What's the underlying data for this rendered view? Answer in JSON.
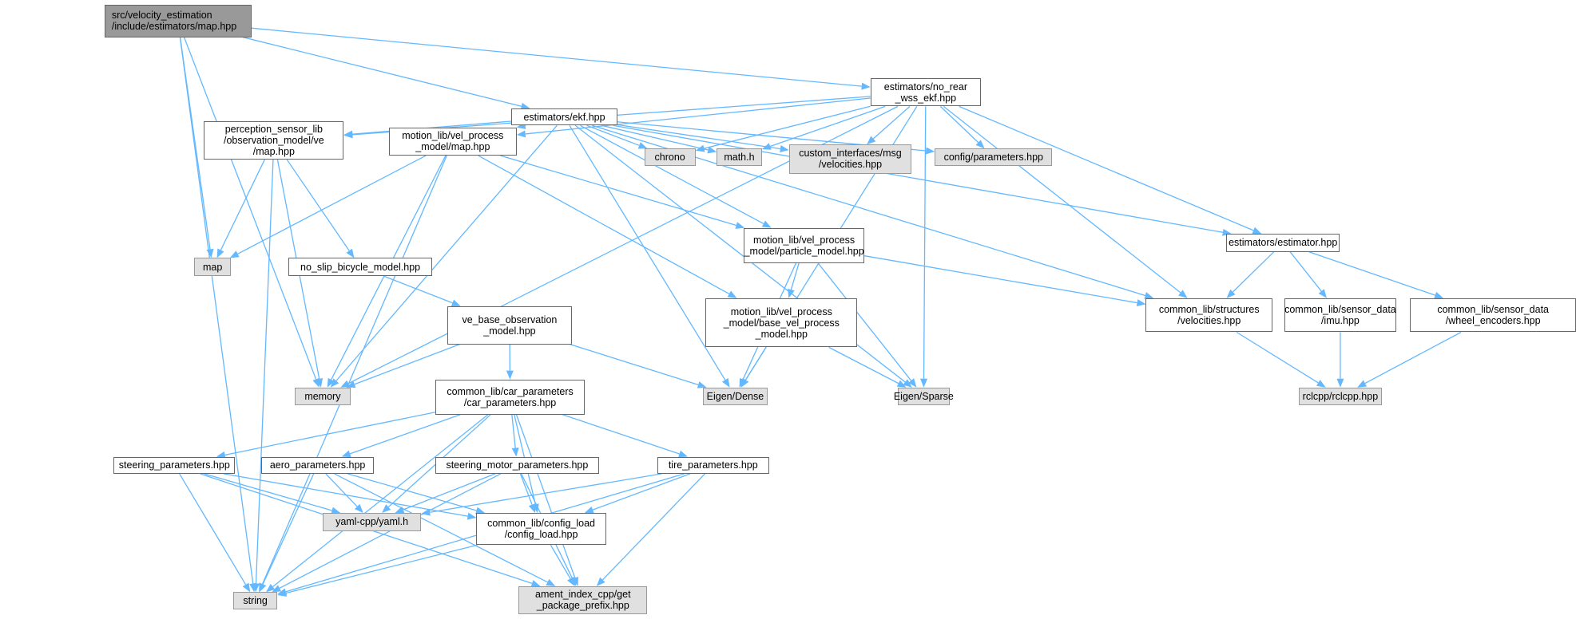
{
  "colors": {
    "edge": "#63b8ff",
    "root_fill": "#999999",
    "external_fill": "#e0e0e0",
    "node_fill": "#ffffff"
  },
  "nodes": [
    {
      "id": "main",
      "lines": [
        "src/velocity_estimation",
        "/include/estimators/map.hpp"
      ],
      "kind": "root"
    },
    {
      "id": "ekf",
      "lines": [
        "estimators/ekf.hpp"
      ],
      "kind": "file"
    },
    {
      "id": "norear",
      "lines": [
        "estimators/no_rear",
        "_wss_ekf.hpp"
      ],
      "kind": "file"
    },
    {
      "id": "perception",
      "lines": [
        "perception_sensor_lib",
        "/observation_model/ve",
        "/map.hpp"
      ],
      "kind": "file"
    },
    {
      "id": "motionmap",
      "lines": [
        "motion_lib/vel_process",
        "_model/map.hpp"
      ],
      "kind": "file"
    },
    {
      "id": "chrono",
      "lines": [
        "chrono"
      ],
      "kind": "ext"
    },
    {
      "id": "math",
      "lines": [
        "math.h"
      ],
      "kind": "ext"
    },
    {
      "id": "custom",
      "lines": [
        "custom_interfaces/msg",
        "/velocities.hpp"
      ],
      "kind": "ext"
    },
    {
      "id": "config",
      "lines": [
        "config/parameters.hpp"
      ],
      "kind": "ext"
    },
    {
      "id": "map",
      "lines": [
        "map"
      ],
      "kind": "ext"
    },
    {
      "id": "noslip",
      "lines": [
        "no_slip_bicycle_model.hpp"
      ],
      "kind": "file"
    },
    {
      "id": "particle",
      "lines": [
        "motion_lib/vel_process",
        "_model/particle_model.hpp"
      ],
      "kind": "file"
    },
    {
      "id": "estimator",
      "lines": [
        "estimators/estimator.hpp"
      ],
      "kind": "file"
    },
    {
      "id": "basevel",
      "lines": [
        "motion_lib/vel_process",
        "_model/base_vel_process",
        "_model.hpp"
      ],
      "kind": "file"
    },
    {
      "id": "vebase",
      "lines": [
        "ve_base_observation",
        "_model.hpp"
      ],
      "kind": "file"
    },
    {
      "id": "structures",
      "lines": [
        "common_lib/structures",
        "/velocities.hpp"
      ],
      "kind": "file"
    },
    {
      "id": "imu",
      "lines": [
        "common_lib/sensor_data",
        "/imu.hpp"
      ],
      "kind": "file"
    },
    {
      "id": "wheel",
      "lines": [
        "common_lib/sensor_data",
        "/wheel_encoders.hpp"
      ],
      "kind": "file"
    },
    {
      "id": "memory",
      "lines": [
        "memory"
      ],
      "kind": "ext"
    },
    {
      "id": "dense",
      "lines": [
        "Eigen/Dense"
      ],
      "kind": "ext"
    },
    {
      "id": "sparse",
      "lines": [
        "Eigen/Sparse"
      ],
      "kind": "ext"
    },
    {
      "id": "rclcpp",
      "lines": [
        "rclcpp/rclcpp.hpp"
      ],
      "kind": "ext"
    },
    {
      "id": "carparams",
      "lines": [
        "common_lib/car_parameters",
        "/car_parameters.hpp"
      ],
      "kind": "file"
    },
    {
      "id": "steering",
      "lines": [
        "steering_parameters.hpp"
      ],
      "kind": "file"
    },
    {
      "id": "aero",
      "lines": [
        "aero_parameters.hpp"
      ],
      "kind": "file"
    },
    {
      "id": "steermotor",
      "lines": [
        "steering_motor_parameters.hpp"
      ],
      "kind": "file"
    },
    {
      "id": "tire",
      "lines": [
        "tire_parameters.hpp"
      ],
      "kind": "file"
    },
    {
      "id": "yaml",
      "lines": [
        "yaml-cpp/yaml.h"
      ],
      "kind": "ext"
    },
    {
      "id": "configload",
      "lines": [
        "common_lib/config_load",
        "/config_load.hpp"
      ],
      "kind": "file"
    },
    {
      "id": "string",
      "lines": [
        "string"
      ],
      "kind": "ext"
    },
    {
      "id": "ament",
      "lines": [
        "ament_index_cpp/get",
        "_package_prefix.hpp"
      ],
      "kind": "ext"
    }
  ],
  "edges": [
    [
      "main",
      "ekf"
    ],
    [
      "main",
      "norear"
    ],
    [
      "main",
      "map"
    ],
    [
      "main",
      "memory"
    ],
    [
      "main",
      "string"
    ],
    [
      "ekf",
      "perception"
    ],
    [
      "ekf",
      "motionmap"
    ],
    [
      "ekf",
      "chrono"
    ],
    [
      "ekf",
      "math"
    ],
    [
      "ekf",
      "custom"
    ],
    [
      "ekf",
      "config"
    ],
    [
      "ekf",
      "memory"
    ],
    [
      "ekf",
      "dense"
    ],
    [
      "ekf",
      "particle"
    ],
    [
      "ekf",
      "sparse"
    ],
    [
      "ekf",
      "estimator"
    ],
    [
      "ekf",
      "structures"
    ],
    [
      "norear",
      "perception"
    ],
    [
      "norear",
      "motionmap"
    ],
    [
      "norear",
      "chrono"
    ],
    [
      "norear",
      "math"
    ],
    [
      "norear",
      "custom"
    ],
    [
      "norear",
      "config"
    ],
    [
      "norear",
      "memory"
    ],
    [
      "norear",
      "dense"
    ],
    [
      "norear",
      "sparse"
    ],
    [
      "norear",
      "estimator"
    ],
    [
      "norear",
      "structures"
    ],
    [
      "perception",
      "map"
    ],
    [
      "perception",
      "memory"
    ],
    [
      "perception",
      "noslip"
    ],
    [
      "perception",
      "string"
    ],
    [
      "motionmap",
      "map"
    ],
    [
      "motionmap",
      "memory"
    ],
    [
      "motionmap",
      "particle"
    ],
    [
      "motionmap",
      "basevel"
    ],
    [
      "motionmap",
      "string"
    ],
    [
      "particle",
      "basevel"
    ],
    [
      "particle",
      "dense"
    ],
    [
      "particle",
      "sparse"
    ],
    [
      "particle",
      "structures"
    ],
    [
      "basevel",
      "dense"
    ],
    [
      "basevel",
      "sparse"
    ],
    [
      "noslip",
      "vebase"
    ],
    [
      "vebase",
      "memory"
    ],
    [
      "vebase",
      "dense"
    ],
    [
      "vebase",
      "carparams"
    ],
    [
      "estimator",
      "structures"
    ],
    [
      "estimator",
      "imu"
    ],
    [
      "estimator",
      "wheel"
    ],
    [
      "structures",
      "rclcpp"
    ],
    [
      "imu",
      "rclcpp"
    ],
    [
      "wheel",
      "rclcpp"
    ],
    [
      "carparams",
      "string"
    ],
    [
      "carparams",
      "steering"
    ],
    [
      "carparams",
      "aero"
    ],
    [
      "carparams",
      "steermotor"
    ],
    [
      "carparams",
      "tire"
    ],
    [
      "carparams",
      "yaml"
    ],
    [
      "carparams",
      "configload"
    ],
    [
      "carparams",
      "ament"
    ],
    [
      "steering",
      "string"
    ],
    [
      "steering",
      "yaml"
    ],
    [
      "steering",
      "configload"
    ],
    [
      "steering",
      "ament"
    ],
    [
      "aero",
      "string"
    ],
    [
      "aero",
      "yaml"
    ],
    [
      "aero",
      "configload"
    ],
    [
      "aero",
      "ament"
    ],
    [
      "steermotor",
      "string"
    ],
    [
      "steermotor",
      "yaml"
    ],
    [
      "steermotor",
      "configload"
    ],
    [
      "steermotor",
      "ament"
    ],
    [
      "tire",
      "string"
    ],
    [
      "tire",
      "yaml"
    ],
    [
      "tire",
      "configload"
    ],
    [
      "tire",
      "ament"
    ],
    [
      "configload",
      "string"
    ],
    [
      "configload",
      "ament"
    ]
  ]
}
